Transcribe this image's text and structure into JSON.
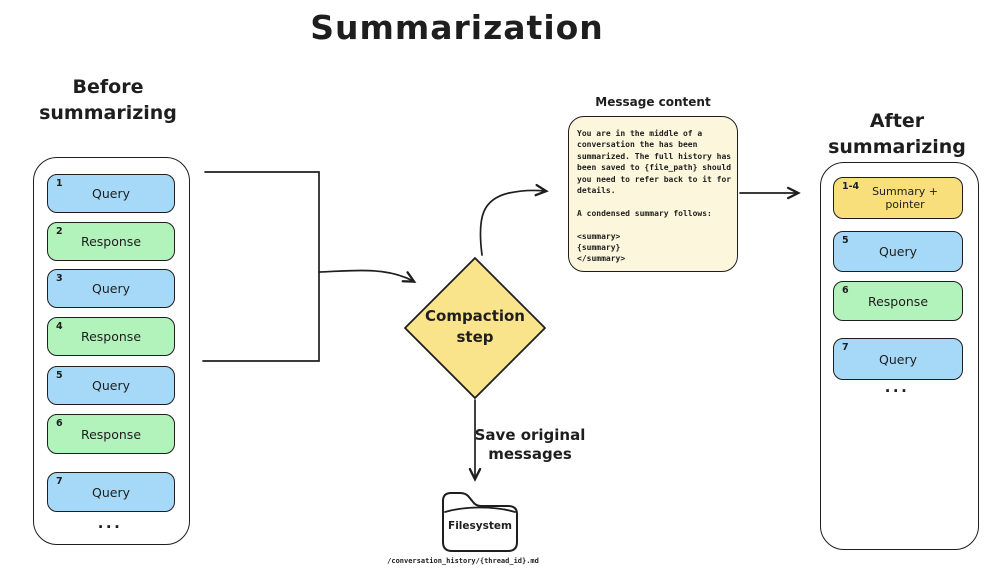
{
  "title": "Summarization",
  "colors": {
    "blue": "#A6D9F7",
    "green": "#B2F2BB",
    "yellow": "#F9E48B",
    "gold": "#F8DF7C",
    "cream": "#FCF7DC",
    "stroke": "#1e1e1e"
  },
  "before": {
    "label": "Before\nsummarizing",
    "messages": [
      {
        "num": "1",
        "label": "Query",
        "type": "blue"
      },
      {
        "num": "2",
        "label": "Response",
        "type": "green"
      },
      {
        "num": "3",
        "label": "Query",
        "type": "blue"
      },
      {
        "num": "4",
        "label": "Response",
        "type": "green"
      },
      {
        "num": "5",
        "label": "Query",
        "type": "blue"
      },
      {
        "num": "6",
        "label": "Response",
        "type": "green"
      },
      {
        "num": "7",
        "label": "Query",
        "type": "blue"
      }
    ],
    "ellipsis": "..."
  },
  "after": {
    "label": "After\nsummarizing",
    "messages": [
      {
        "num": "1-4",
        "label": "Summary +\npointer",
        "type": "gold"
      },
      {
        "num": "5",
        "label": "Query",
        "type": "blue"
      },
      {
        "num": "6",
        "label": "Response",
        "type": "green"
      },
      {
        "num": "7",
        "label": "Query",
        "type": "blue"
      }
    ],
    "ellipsis": "..."
  },
  "compaction": {
    "label": "Compaction\nstep"
  },
  "message_content": {
    "title": "Message content",
    "body": "You are in the middle of a\nconversation the has been\nsummarized. The full history has\nbeen saved to {file_path} should\nyou need to refer back to it for\ndetails.\n\nA condensed summary follows:\n\n<summary>\n{summary}\n</summary>"
  },
  "save_label": "Save original\nmessages",
  "filesystem": {
    "label": "Filesystem",
    "path": "/conversation_history/{thread_id}.md"
  }
}
